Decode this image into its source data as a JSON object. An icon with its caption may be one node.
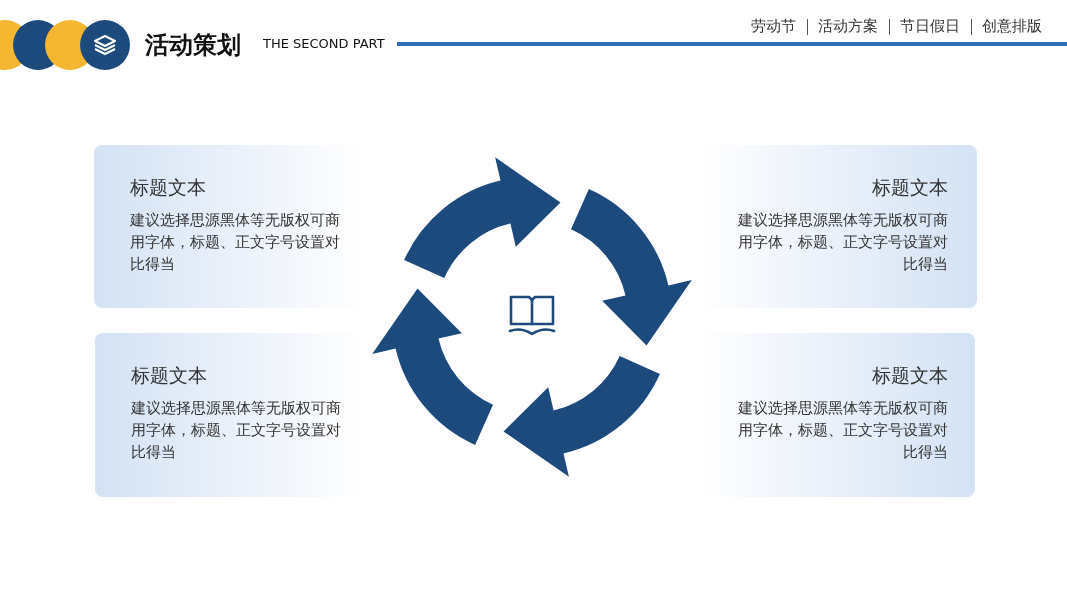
{
  "diagram": {
    "title": "活动策划",
    "nodes": [
      {
        "text": [
          "标题文本",
          "建议选择思源黑体等无版权可商用字体，标题、正文字号设置对比得当"
        ]
      },
      {
        "text": [
          "标题文本",
          "建议选择思源黑体等无版权可商用字体，标题、正文字号设置对比得当"
        ]
      },
      {
        "text": [
          "标题文本",
          "建议选择思源黑体等无版权可商用字体，标题、正文字号设置对比得当"
        ]
      },
      {
        "text": [
          "标题文本",
          "建议选择思源黑体等无版权可商用字体，标题、正文字号设置对比得当"
        ]
      }
    ],
    "edges": [],
    "labels": [
      "THE SECOND PART",
      "劳动节",
      "活动方案",
      "节日假日",
      "创意排版"
    ]
  }
}
